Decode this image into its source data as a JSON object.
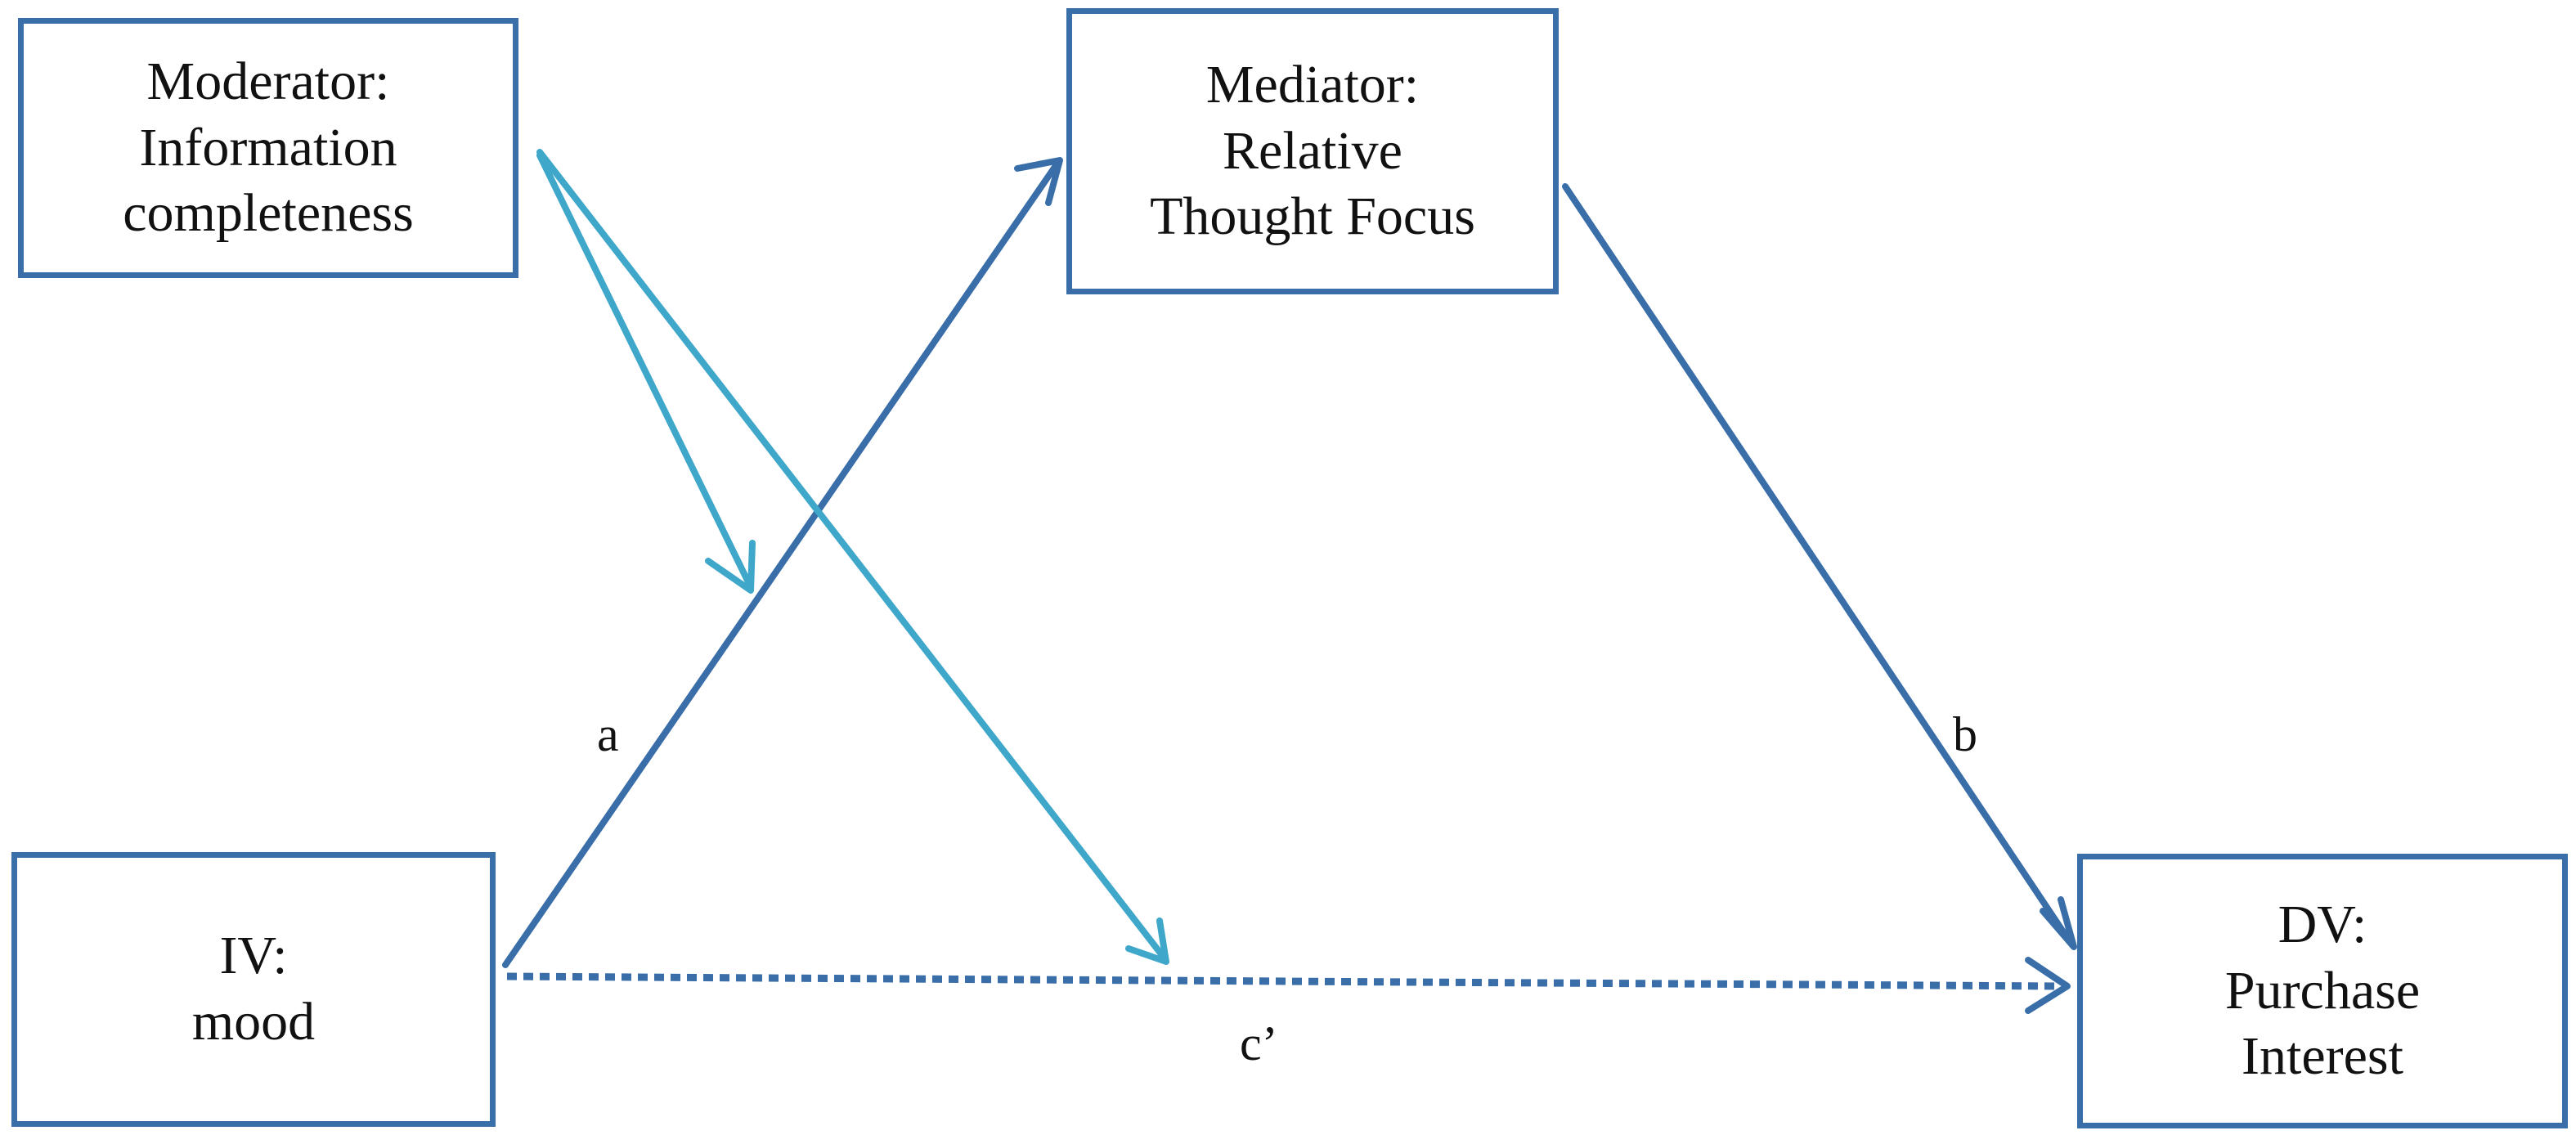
{
  "diagram": {
    "nodes": {
      "moderator": {
        "lines": [
          "Moderator:",
          "Information",
          "completeness"
        ]
      },
      "mediator": {
        "lines": [
          "Mediator:",
          "Relative",
          "Thought Focus"
        ]
      },
      "iv": {
        "lines": [
          "IV:",
          "mood"
        ]
      },
      "dv": {
        "lines": [
          "DV:",
          "Purchase",
          "Interest"
        ]
      }
    },
    "paths": {
      "a": "a",
      "b": "b",
      "c_prime": "c’"
    },
    "edges": [
      {
        "from": "iv",
        "to": "mediator",
        "label": "a",
        "style": "solid"
      },
      {
        "from": "mediator",
        "to": "dv",
        "label": "b",
        "style": "solid"
      },
      {
        "from": "iv",
        "to": "dv",
        "label": "c’",
        "style": "dotted"
      },
      {
        "from": "moderator",
        "to": "a-path",
        "style": "solid"
      },
      {
        "from": "moderator",
        "to": "c’-path",
        "style": "solid"
      }
    ],
    "colors": {
      "main_arrow": "#3a6ea8",
      "moderator_arrow": "#3fa7c9",
      "box_border": "#3a6ea8",
      "text": "#111111"
    }
  }
}
